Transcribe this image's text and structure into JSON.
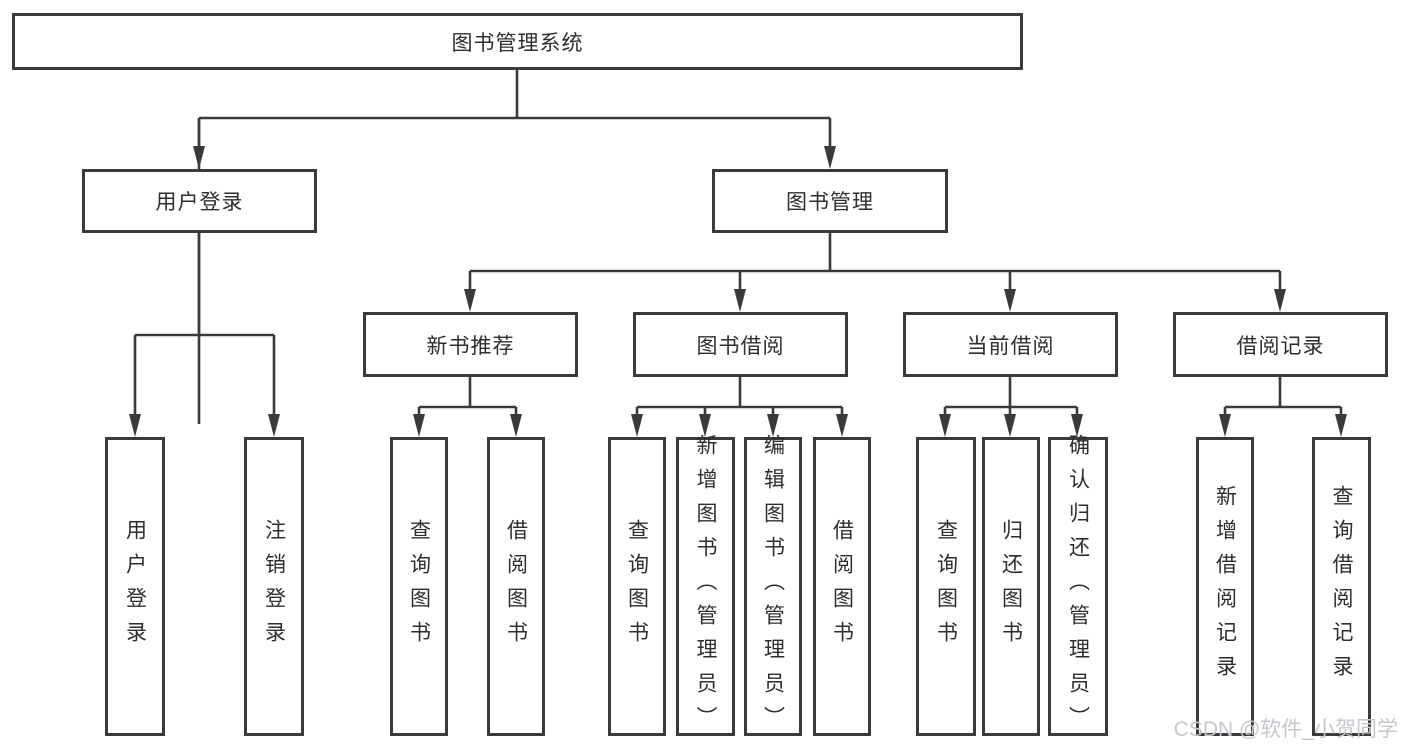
{
  "colors": {
    "line": "#3a3a3a",
    "text": "#2e2e2e",
    "background": "#ffffff",
    "watermark": "#c4c7cb"
  },
  "watermark": "CSDN @软件_小贺同学",
  "tree": {
    "root": "图书管理系统",
    "branches": [
      {
        "label": "用户登录",
        "children": [
          "用户登录",
          "注销登录"
        ]
      },
      {
        "label": "图书管理",
        "sections": [
          {
            "label": "新书推荐",
            "children": [
              "查询图书",
              "借阅图书"
            ]
          },
          {
            "label": "图书借阅",
            "children": [
              "查询图书",
              "新增图书（管理员）",
              "编辑图书（管理员）",
              "借阅图书"
            ]
          },
          {
            "label": "当前借阅",
            "children": [
              "查询图书",
              "归还图书",
              "确认归还（管理员）"
            ]
          },
          {
            "label": "借阅记录",
            "children": [
              "新增借阅记录",
              "查询借阅记录"
            ]
          }
        ]
      }
    ]
  }
}
